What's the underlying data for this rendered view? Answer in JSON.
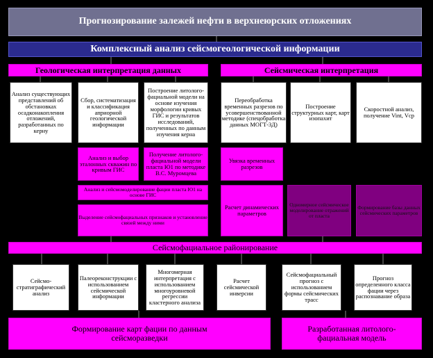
{
  "title": "Прогнозирование залежей нефти в верхнеюрских отложениях",
  "complex": "Комплексный анализ сейсмогеологической информации",
  "geo_header": "Геологическая интерпретация данных",
  "seis_header": "Сейсмическая интерпретация",
  "geo_boxes": [
    "Анализ существующих представлений об обстановках осадконакопления отложений, разработанных по керну",
    "Сбор, систематизация и классификация априорной геологической информации",
    "Построение литолого-фациальной модели на основе изучения морфологии кривых ГИС и результатов исследований, полученных по данным изучения керна"
  ],
  "seis_boxes": [
    "Переобработка временных разрезов по усовершенствованной методике (спецобработка данных МОГТ-3Д)",
    "Построение структурных карт, карт изопахит",
    "Скоростной анализ, получение Vint, Vср"
  ],
  "geo_row2": [
    "Анализ и выбор эталонных скважин по кривым ГИС",
    "Получение литолого-фациальной модели пласта Ю1 по методике В.С. Муромцева"
  ],
  "seis_row2": "Увязка временных разрезов",
  "geo_row3": "Анализ и сейсмомоделирование фации пласта Ю1 на основе ГИС",
  "geo_row4": "Выделение сейсмофациальных признаков и установление связей между ними",
  "seis_row3": [
    "Расчет динамических параметров",
    "Одномерное сейсмическое моделирование отражений от пласта",
    "Формирование базы данных сейсмических параметров"
  ],
  "zoning": "Сейсмофациальное районирование",
  "bottom_boxes": [
    "Сейсмо-стратиграфический анализ",
    "Палеореконструкции с использованием сейсмической информации",
    "Многомерная интерпретация с использованием многоуровневой регрессии кластерного анализа",
    "Расчет сейсмической инверсии",
    "Сейсмофациальный прогноз с использованием формы сейсмических трасс",
    "Прогноз определенного класса фации через распознавание образа"
  ],
  "final": [
    "Формирование карт фации по данным сейсморазведки",
    "Разработанная литолого-фациальная модель"
  ]
}
